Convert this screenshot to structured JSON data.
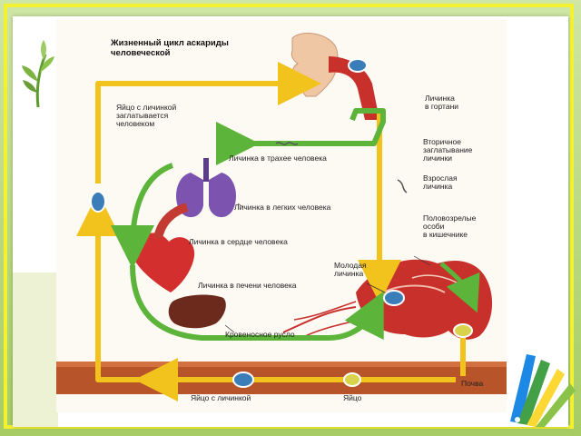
{
  "diagram": {
    "title": "Жизненный цикл аскариды\nчеловеческой",
    "labels": {
      "egg_swallowed": "Яйцо с личинкой\nзаглатывается\nчеловеком",
      "larva_larynx": "Личинка\nв гортани",
      "larva_trachea": "Личинка в трахее человека",
      "secondary_swallow": "Вторичное\nзаглатывание\nличинки",
      "adult_larva": "Взрослая\nличинка",
      "larva_lungs": "Личинка в легких человека",
      "mature_in_intestine": "Половозрелые\nособи\nв кишечнике",
      "larva_heart": "Личинка в сердце человека",
      "young_larva": "Молодая\nличинка",
      "larva_liver": "Личинка в печени человека",
      "bloodstream": "Кровеносное русло",
      "soil": "Почва",
      "egg_with_larva": "Яйцо с личинкой",
      "egg": "Яйцо"
    }
  },
  "colors": {
    "slide_border": "#f4f230",
    "slide_bg": "#b5d679",
    "yellow_arrow": "#f2c21d",
    "green_arrow": "#5cb43a",
    "organ_red": "#c8302c",
    "soil": "#b8542a"
  },
  "icons": [
    "leaf-branch-icon",
    "paint-swatch-icon"
  ]
}
